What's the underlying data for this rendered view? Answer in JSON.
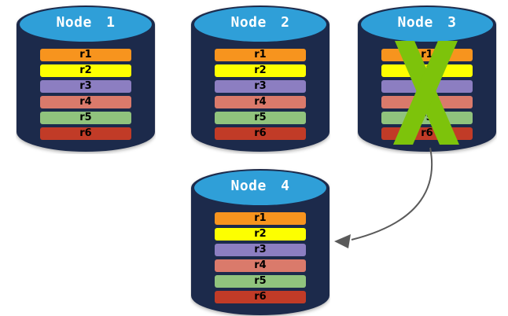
{
  "diagram": {
    "nodes": [
      {
        "label": "Node 1",
        "crossed_out": false
      },
      {
        "label": "Node 2",
        "crossed_out": false
      },
      {
        "label": "Node 3",
        "crossed_out": true
      },
      {
        "label": "Node 4",
        "crossed_out": false
      }
    ],
    "rows": [
      {
        "label": "r1",
        "color": "#F7941E"
      },
      {
        "label": "r2",
        "color": "#FDFF00"
      },
      {
        "label": "r3",
        "color": "#8C7EC1"
      },
      {
        "label": "r4",
        "color": "#DA7A6B"
      },
      {
        "label": "r5",
        "color": "#90C37D"
      },
      {
        "label": "r6",
        "color": "#C13B27"
      }
    ],
    "arrow": {
      "from": "Node 3",
      "to": "Node 4"
    },
    "colors": {
      "background": "#FFFFFF",
      "cylinder_body": "#1C2A4B",
      "cylinder_top": "#2F9FD8",
      "title_text": "#FFFFFF",
      "row_text": "#000000",
      "failure_x": "#7DC30B",
      "arrow": "#5A5A5A"
    }
  }
}
